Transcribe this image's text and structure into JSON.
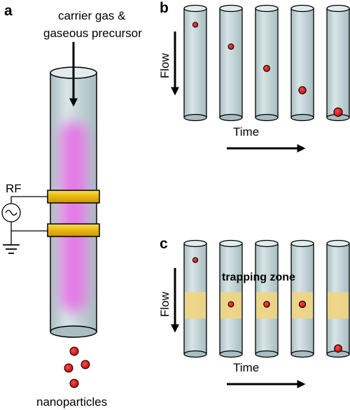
{
  "panel_a": {
    "label": "a",
    "inlet_line1": "carrier gas &",
    "inlet_line2": "gaseous precursor",
    "rf_label": "RF",
    "outlet_label": "nanoparticles"
  },
  "panel_b": {
    "label": "b",
    "flow_label": "Flow",
    "time_label": "Time",
    "particle_positions": [
      0.15,
      0.35,
      0.55,
      0.75,
      0.95
    ],
    "particle_sizes": [
      1,
      1.1,
      1.25,
      1.45,
      1.7
    ]
  },
  "panel_c": {
    "label": "c",
    "flow_label": "Flow",
    "time_label": "Time",
    "zone_label": "trapping zone",
    "particle_positions": [
      0.15,
      0.55,
      0.55,
      0.55,
      0.95
    ],
    "particle_sizes": [
      1,
      1.1,
      1.2,
      1.3,
      1.5
    ]
  },
  "colors": {
    "tube": "#c5d6d9",
    "plasma": "#e66fe6",
    "electrode": "#f2c21a",
    "particle": "#d81f1f",
    "trap_zone": "#f1d580"
  }
}
